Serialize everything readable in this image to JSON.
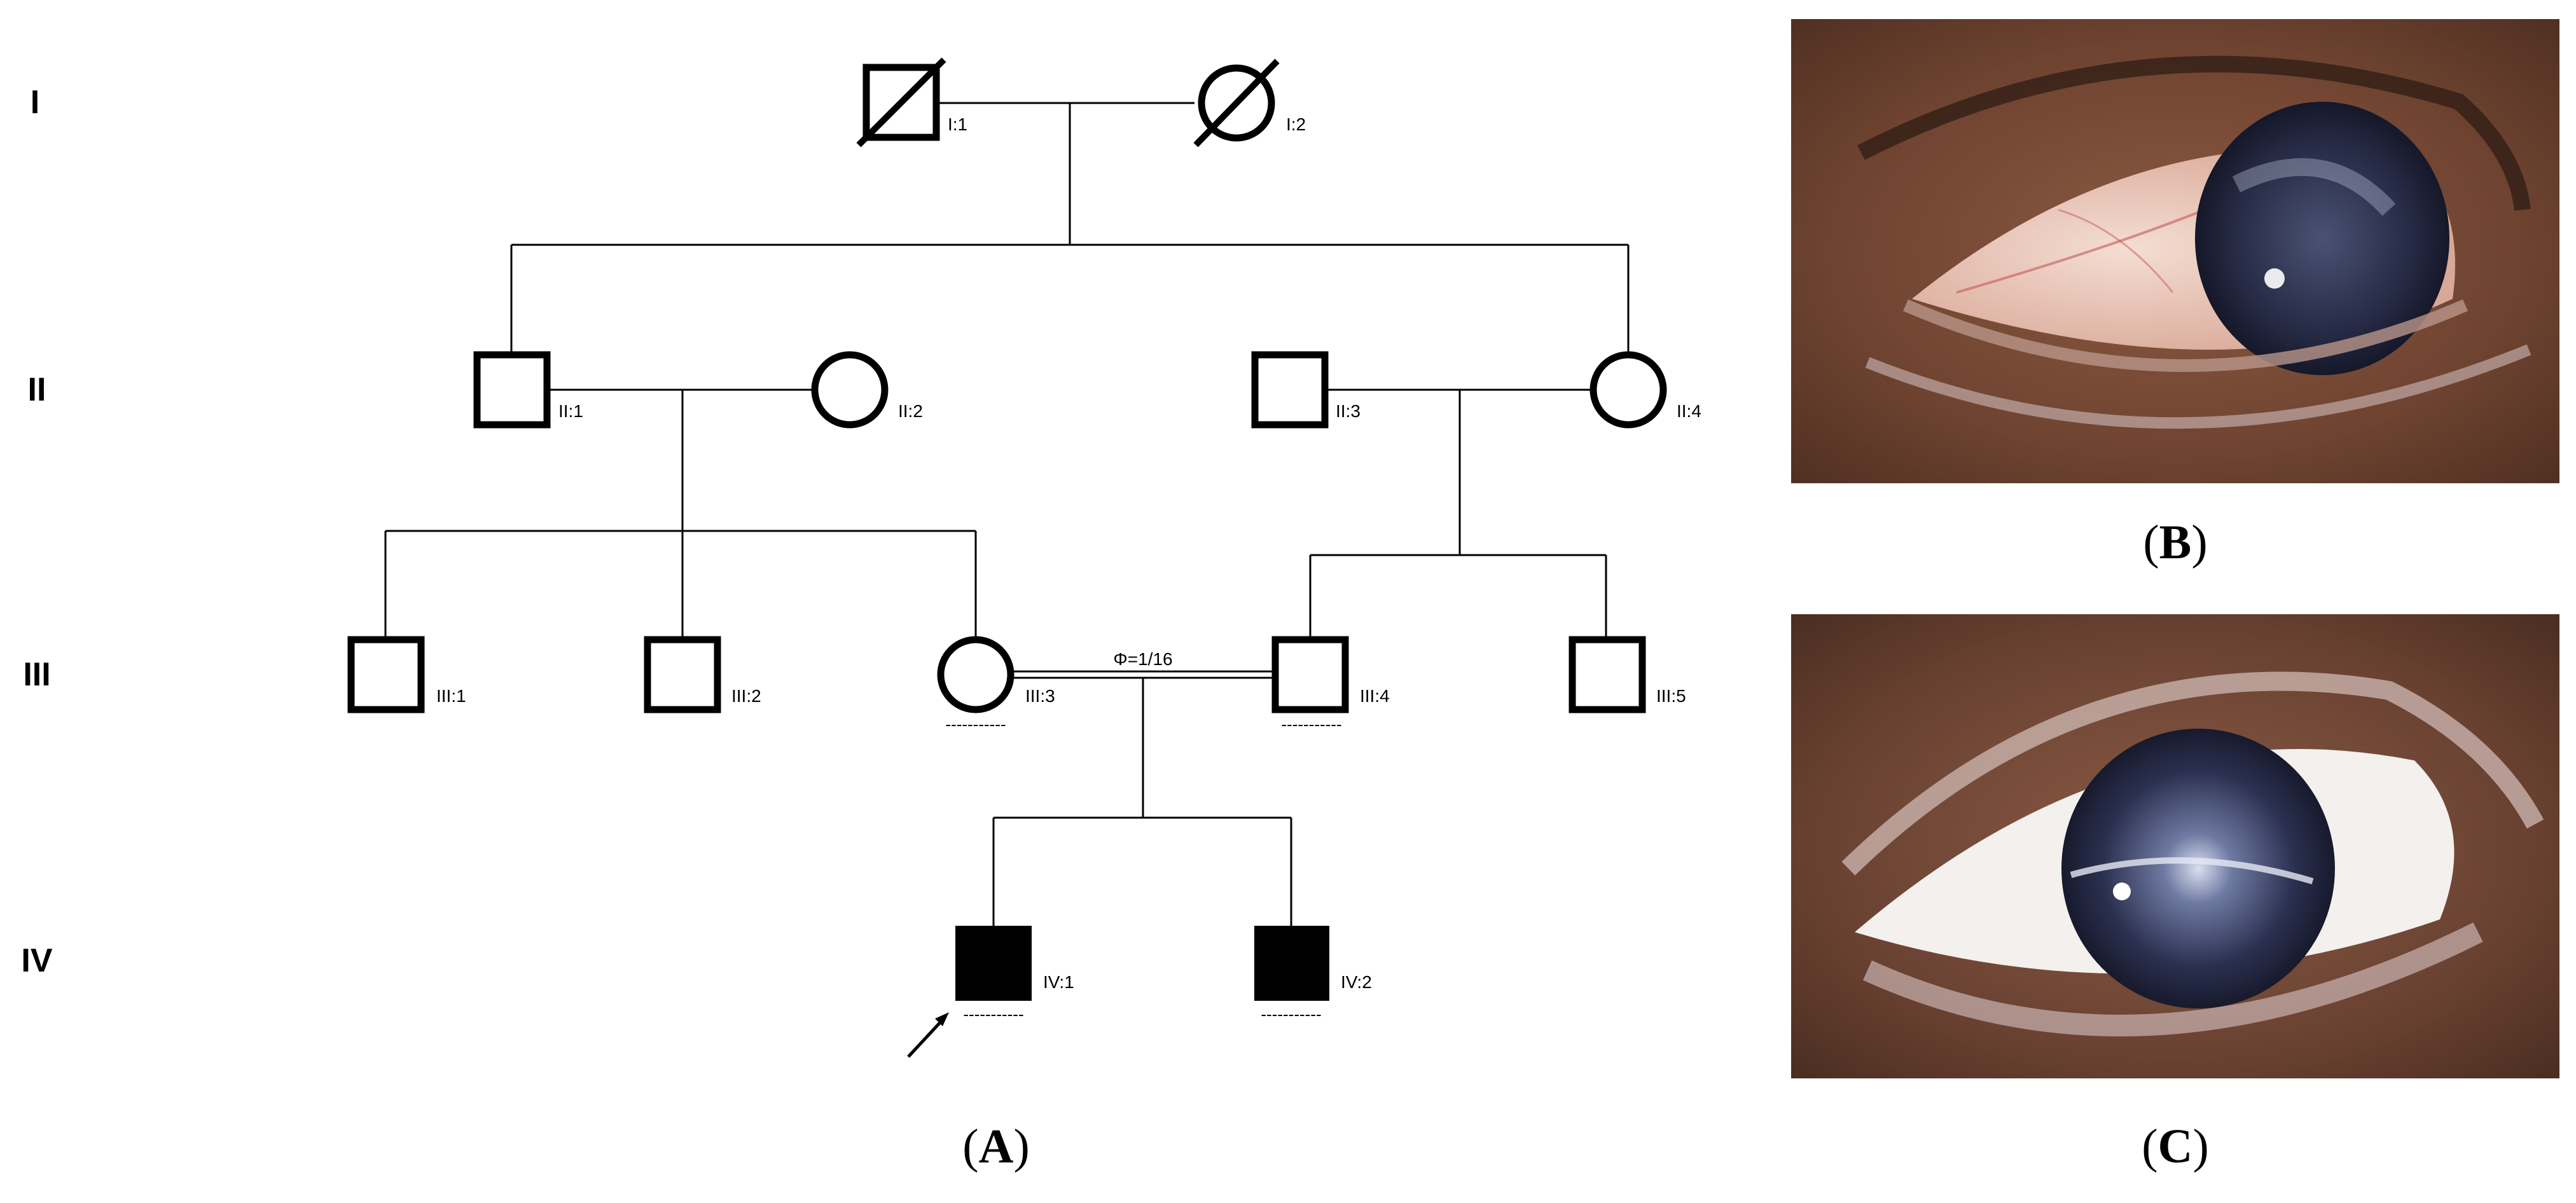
{
  "generations": [
    "I",
    "II",
    "III",
    "IV"
  ],
  "individuals": [
    {
      "id": "I:1",
      "sex": "male",
      "deceased": true,
      "affected": false
    },
    {
      "id": "I:2",
      "sex": "female",
      "deceased": true,
      "affected": false
    },
    {
      "id": "II:1",
      "sex": "male",
      "deceased": false,
      "affected": false
    },
    {
      "id": "II:2",
      "sex": "female",
      "deceased": false,
      "affected": false
    },
    {
      "id": "II:3",
      "sex": "male",
      "deceased": false,
      "affected": false
    },
    {
      "id": "II:4",
      "sex": "female",
      "deceased": false,
      "affected": false
    },
    {
      "id": "III:1",
      "sex": "male",
      "deceased": false,
      "affected": false
    },
    {
      "id": "III:2",
      "sex": "male",
      "deceased": false,
      "affected": false
    },
    {
      "id": "III:3",
      "sex": "female",
      "deceased": false,
      "affected": false,
      "genotype_marker": "-----------"
    },
    {
      "id": "III:4",
      "sex": "male",
      "deceased": false,
      "affected": false,
      "genotype_marker": "-----------"
    },
    {
      "id": "III:5",
      "sex": "male",
      "deceased": false,
      "affected": false
    },
    {
      "id": "IV:1",
      "sex": "male",
      "deceased": false,
      "affected": true,
      "proband": true,
      "genotype_marker": "-----------"
    },
    {
      "id": "IV:2",
      "sex": "male",
      "deceased": false,
      "affected": true,
      "genotype_marker": "-----------"
    }
  ],
  "consanguinity_label": "Φ=1/16",
  "panels": {
    "a": {
      "letter": "A"
    },
    "b": {
      "letter": "B"
    },
    "c": {
      "letter": "C"
    }
  },
  "colors": {
    "line": "#000000",
    "affected_fill": "#000000",
    "skin": "#7a4a34",
    "sclera": "#efe6dc",
    "iris": "#2a2f4a"
  }
}
